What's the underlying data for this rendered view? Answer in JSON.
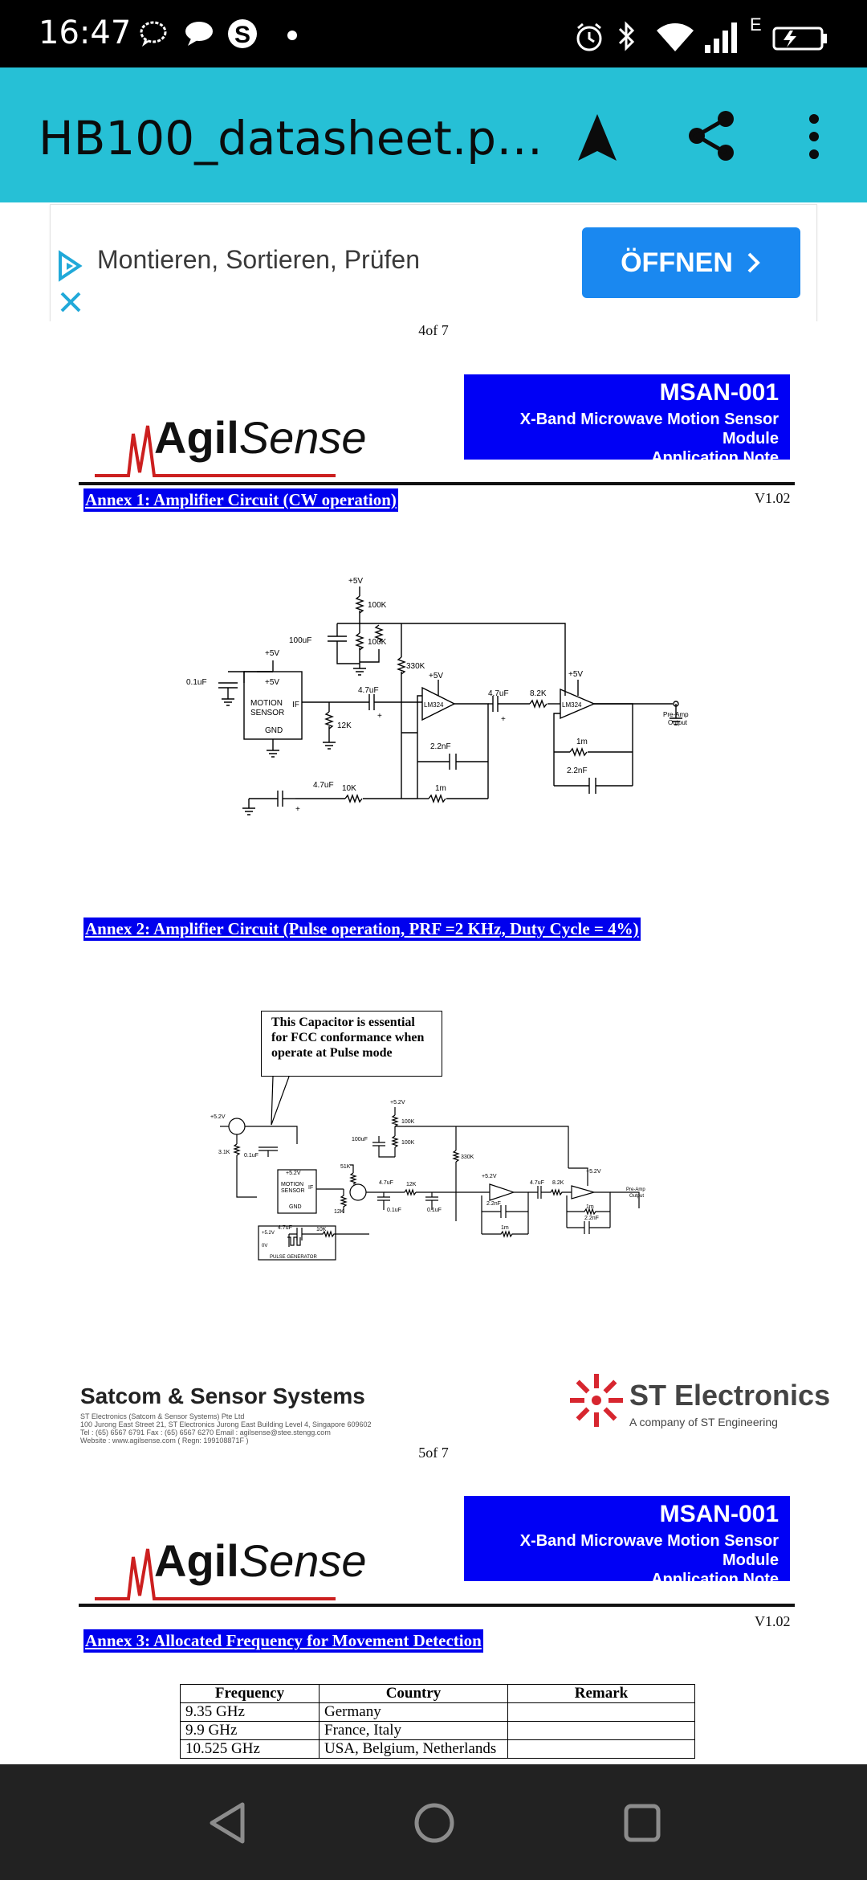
{
  "status_bar": {
    "time": "16:47",
    "network_label": "E",
    "icons": [
      "chat-bubble-icon",
      "message-icon",
      "skype-icon",
      "dot-icon",
      "alarm-icon",
      "bluetooth-icon",
      "wifi-icon",
      "signal-icon",
      "battery-icon"
    ]
  },
  "app_bar": {
    "title": "HB100_datasheet.p…",
    "icons": [
      "navigate-icon",
      "share-icon",
      "more-options-icon"
    ]
  },
  "ad": {
    "text": "Montieren, Sortieren, Prüfen",
    "button_label": "ÖFFNEN",
    "icons": [
      "ad-choices-icon",
      "close-icon",
      "chevron-right-icon"
    ]
  },
  "pages": [
    {
      "page_label": "4of 7",
      "header_code": "MSAN-001",
      "header_line1": "X-Band Microwave Motion Sensor Module",
      "header_line2": "Application Note",
      "logo_bold": "Agil",
      "logo_rest": "Sense",
      "version": "V1.02",
      "annex1_title": "Annex 1: Amplifier Circuit (CW operation)",
      "annex2_title": "Annex 2: Amplifier Circuit (Pulse operation, PRF =2 KHz, Duty Cycle = 4%)",
      "callout_text": "This Capacitor is essential for FCC conformance when operate at Pulse mode",
      "circuit1_labels": {
        "vcc": "+5V",
        "r100k_a": "100K",
        "r100k_b": "100K",
        "c100uf": "100uF",
        "r330k": "330K",
        "c01uf": "0.1uF",
        "sensor_line1": "MOTION",
        "sensor_line2": "SENSOR",
        "sensor_if": "IF",
        "sensor_gnd": "GND",
        "c47uf_a": "4.7uF",
        "r12k": "12K",
        "opamp1": "LM324",
        "c22nf_a": "2.2nF",
        "r1m_a": "1m",
        "c47uf_c": "4.7uF",
        "r10k": "10K",
        "c47uf_b": "4.7uF",
        "r82k": "8.2K",
        "opamp2": "LM324",
        "r1m_b": "1m",
        "c22nf_b": "2.2nF",
        "output_line1": "Pre-Amp",
        "output_line2": "Output",
        "plus": "+"
      },
      "circuit2_labels": {
        "vcc": "+5.2V",
        "r100k_a": "100K",
        "r100k_b": "100K",
        "c100uf": "100uF",
        "r330k": "330K",
        "c01uf": "0.1uF",
        "r51k": "51K",
        "r31k": "3.1K",
        "sensor_line1": "MOTION",
        "sensor_line2": "SENSOR",
        "sensor_if": "IF",
        "sensor_gnd": "GND",
        "r12k_a": "12K",
        "r12k_b": "12K",
        "c47uf_a": "4.7uF",
        "c01uf_b": "0.1uF",
        "c01uf_c": "0.1uF",
        "c47uf_b": "4.7uF",
        "r82k": "8.2K",
        "c22nf_a": "2.2nF",
        "r1m_a": "1m",
        "r1m_b": "1m",
        "c22nf_b": "2.2nF",
        "r10k": "10K",
        "c47uf_c": "4.7uF",
        "output_line1": "Pre-Amp",
        "output_line2": "Output",
        "pulse_v": "+5.2V",
        "pulse_0v": "0V",
        "pulse_gen": "PULSE GENERATOR"
      },
      "footer_company": "Satcom & Sensor Systems",
      "footer_line1": "ST Electronics (Satcom & Sensor Systems) Pte Ltd",
      "footer_line2": "100 Jurong East Street 21, ST Electronics Jurong East Building Level 4, Singapore 609602",
      "footer_line3": "Tel : (65) 6567 6791   Fax : (65) 6567 6270   Email : agilsense@stee.stengg.com",
      "footer_line4": "Website : www.agilsense.com    ( Regn: 199108871F )",
      "footer_brand": "ST Electronics",
      "footer_brand_sub": "A company of ST Engineering"
    },
    {
      "page_label": "5of 7",
      "header_code": "MSAN-001",
      "header_line1": "X-Band Microwave Motion Sensor Module",
      "header_line2": "Application Note",
      "logo_bold": "Agil",
      "logo_rest": "Sense",
      "version": "V1.02",
      "annex3_title": "Annex 3: Allocated Frequency for Movement Detection",
      "table": {
        "headers": [
          "Frequency",
          "Country",
          "Remark"
        ],
        "rows": [
          [
            "9.35 GHz",
            "Germany",
            ""
          ],
          [
            "9.9 GHz",
            "France, Italy",
            ""
          ],
          [
            "10.525 GHz",
            "USA, Belgium, Netherlands",
            ""
          ]
        ]
      }
    }
  ],
  "nav_bar": {
    "icons": [
      "back-icon",
      "home-icon",
      "recents-icon"
    ]
  },
  "colors": {
    "app_bar": "#26c0d6",
    "ad_button": "#1a88f0",
    "header_box": "#0000f5",
    "logo_wave": "#cc1f1f"
  }
}
